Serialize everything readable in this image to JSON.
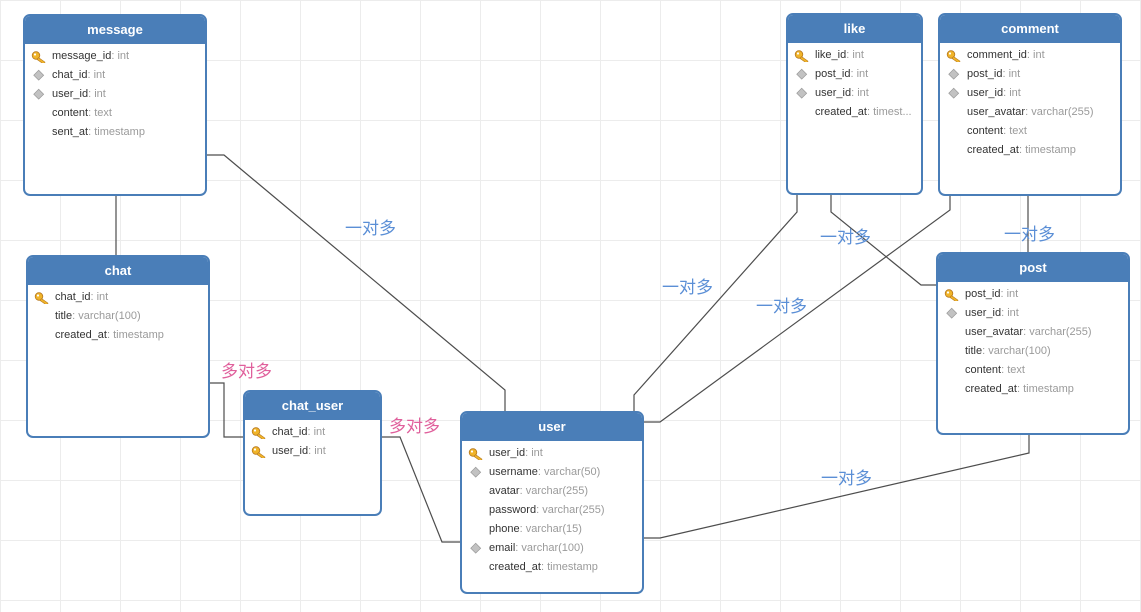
{
  "colors": {
    "header": "#4a7eb8",
    "one_to_many": "#5b8fd6",
    "many_to_many": "#e0609c",
    "line": "#4d4d4d"
  },
  "tables": {
    "message": {
      "title": "message",
      "fields": [
        {
          "name": "message_id",
          "type": "int",
          "icon": "key-icon"
        },
        {
          "name": "chat_id",
          "type": "int",
          "icon": "diamond-icon"
        },
        {
          "name": "user_id",
          "type": "int",
          "icon": "diamond-icon"
        },
        {
          "name": "content",
          "type": "text",
          "icon": ""
        },
        {
          "name": "sent_at",
          "type": "timestamp",
          "icon": ""
        }
      ]
    },
    "chat": {
      "title": "chat",
      "fields": [
        {
          "name": "chat_id",
          "type": "int",
          "icon": "key-icon"
        },
        {
          "name": "title",
          "type": "varchar(100)",
          "icon": ""
        },
        {
          "name": "created_at",
          "type": "timestamp",
          "icon": ""
        }
      ]
    },
    "chat_user": {
      "title": "chat_user",
      "fields": [
        {
          "name": "chat_id",
          "type": "int",
          "icon": "key-icon"
        },
        {
          "name": "user_id",
          "type": "int",
          "icon": "key-icon"
        }
      ]
    },
    "user": {
      "title": "user",
      "fields": [
        {
          "name": "user_id",
          "type": "int",
          "icon": "key-icon"
        },
        {
          "name": "username",
          "type": "varchar(50)",
          "icon": "diamond-icon"
        },
        {
          "name": "avatar",
          "type": "varchar(255)",
          "icon": ""
        },
        {
          "name": "password",
          "type": "varchar(255)",
          "icon": ""
        },
        {
          "name": "phone",
          "type": "varchar(15)",
          "icon": ""
        },
        {
          "name": "email",
          "type": "varchar(100)",
          "icon": "diamond-icon"
        },
        {
          "name": "created_at",
          "type": "timestamp",
          "icon": ""
        }
      ]
    },
    "like": {
      "title": "like",
      "fields": [
        {
          "name": "like_id",
          "type": "int",
          "icon": "key-icon"
        },
        {
          "name": "post_id",
          "type": "int",
          "icon": "diamond-icon"
        },
        {
          "name": "user_id",
          "type": "int",
          "icon": "diamond-icon"
        },
        {
          "name": "created_at",
          "type": "timest...",
          "icon": ""
        }
      ]
    },
    "comment": {
      "title": "comment",
      "fields": [
        {
          "name": "comment_id",
          "type": "int",
          "icon": "key-icon"
        },
        {
          "name": "post_id",
          "type": "int",
          "icon": "diamond-icon"
        },
        {
          "name": "user_id",
          "type": "int",
          "icon": "diamond-icon"
        },
        {
          "name": "user_avatar",
          "type": "varchar(255)",
          "icon": ""
        },
        {
          "name": "content",
          "type": "text",
          "icon": ""
        },
        {
          "name": "created_at",
          "type": "timestamp",
          "icon": ""
        }
      ]
    },
    "post": {
      "title": "post",
      "fields": [
        {
          "name": "post_id",
          "type": "int",
          "icon": "key-icon"
        },
        {
          "name": "user_id",
          "type": "int",
          "icon": "diamond-icon"
        },
        {
          "name": "user_avatar",
          "type": "varchar(255)",
          "icon": ""
        },
        {
          "name": "title",
          "type": "varchar(100)",
          "icon": ""
        },
        {
          "name": "content",
          "type": "text",
          "icon": ""
        },
        {
          "name": "created_at",
          "type": "timestamp",
          "icon": ""
        }
      ]
    }
  },
  "relation_labels": {
    "message_user": "一对多",
    "chat_chat_user": "多对多",
    "chat_user_user": "多对多",
    "like_user": "一对多",
    "like_post": "一对多",
    "comment_user": "一对多",
    "comment_post": "一对多",
    "post_user": "一对多"
  }
}
